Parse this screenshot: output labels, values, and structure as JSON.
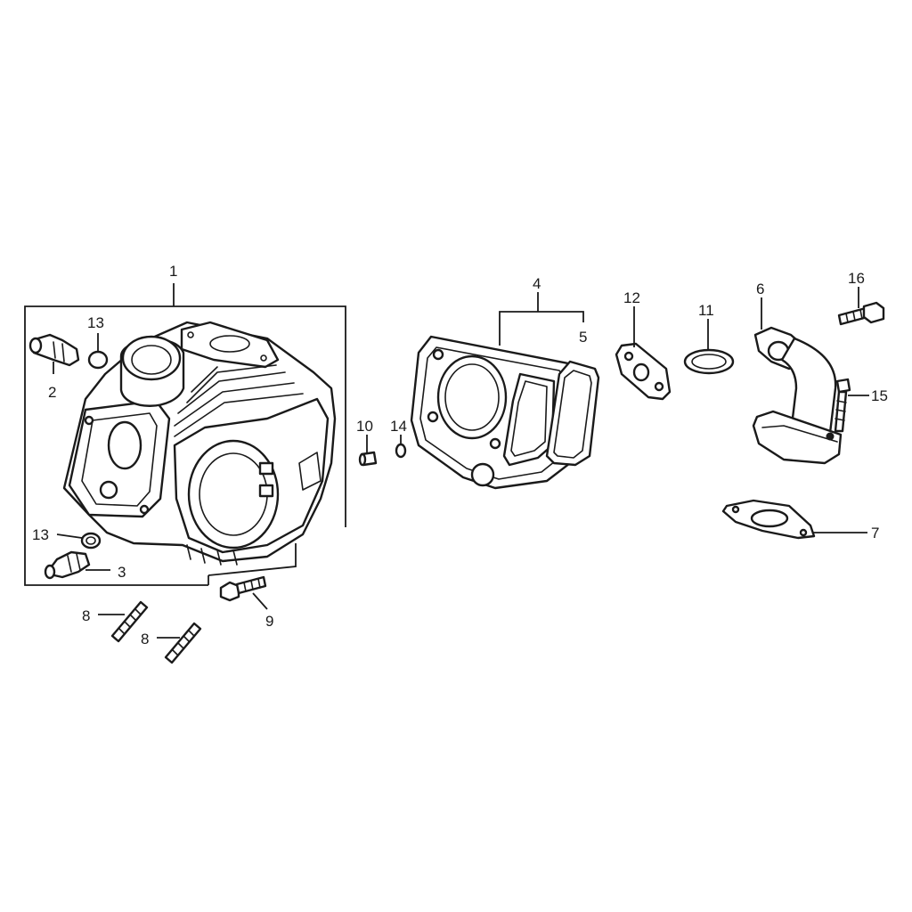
{
  "callouts": {
    "c1": "1",
    "c2": "2",
    "c3": "3",
    "c4": "4",
    "c5": "5",
    "c6": "6",
    "c7": "7",
    "c8a": "8",
    "c8b": "8",
    "c9": "9",
    "c10": "10",
    "c11": "11",
    "c12": "12",
    "c13a": "13",
    "c13b": "13",
    "c14": "14",
    "c15": "15",
    "c16": "16"
  },
  "colors": {
    "line": "#1a1a1a",
    "background": "#ffffff"
  }
}
